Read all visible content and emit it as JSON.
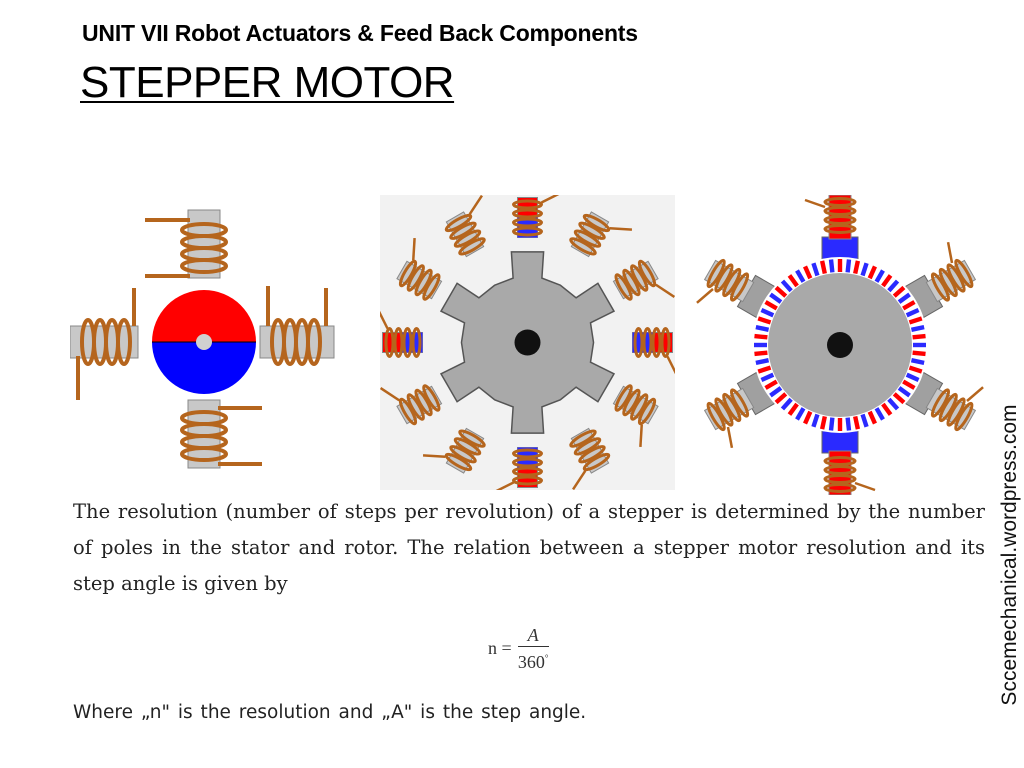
{
  "header": {
    "unit_title": "UNIT VII Robot Actuators &  Feed Back Components",
    "slide_title": "STEPPER MOTOR"
  },
  "figures": [
    {
      "name": "two-phase-stepper-diagram",
      "colors": {
        "north": "#ff0000",
        "south": "#0000ff",
        "pole": "#c8c8c8",
        "coil": "#b5651d"
      }
    },
    {
      "name": "variable-reluctance-stepper-diagram",
      "colors": {
        "rotor": "#a9a9a9",
        "pole": "#c8c8c8",
        "coil": "#b5651d"
      }
    },
    {
      "name": "hybrid-stepper-diagram",
      "colors": {
        "rotor": "#a9a9a9",
        "red_teeth": "#ff0000",
        "blue_teeth": "#2a2aff",
        "coil": "#b5651d"
      }
    }
  ],
  "body": {
    "paragraph": "The resolution (number of steps per revolution) of a stepper is determined by the number of poles in the stator and rotor. The relation between a stepper motor resolution and its step angle is given by",
    "formula": {
      "lhs": "n =",
      "numerator": "A",
      "denominator": "360",
      "degree": "°"
    },
    "where": "Where „n\" is the resolution and „A\" is the step angle."
  },
  "watermark": "Sccemechanical.wordpress.com"
}
